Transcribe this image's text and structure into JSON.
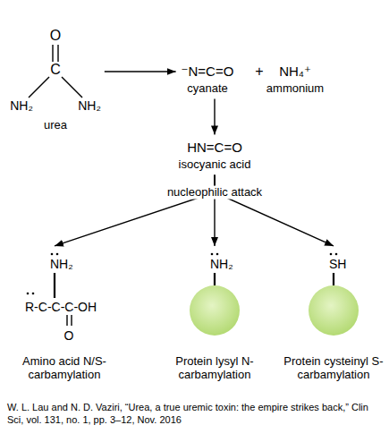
{
  "diagram": {
    "caption": "W. L. Lau and N. D. Vaziri, “Urea, a true uremic toxin: the empire strikes back,” Clin Sci, vol. 131, no. 1, pp. 3–12, Nov. 2016",
    "nodes": [
      {
        "text": [
          "O",
          "C",
          "NH₂",
          "NH₂",
          "urea"
        ]
      },
      {
        "text": [
          "⁻N=C=O",
          "cyanate"
        ]
      },
      {
        "text": [
          "NH₄⁺",
          "ammonium"
        ]
      },
      {
        "text": [
          "HN=C=O",
          "isocyanic acid"
        ]
      },
      {
        "text": [
          "NH₂",
          "R-C-C-C-OH",
          "O",
          "Amino acid N/S-carbamylation"
        ]
      },
      {
        "text": [
          "NH₂",
          "Protein lysyl N-carbamylation"
        ]
      },
      {
        "text": [
          "SH",
          "Protein cysteinyl S-carbamylation"
        ]
      }
    ],
    "edges": [
      {
        "from": 0,
        "to": 1,
        "arrow": "to"
      },
      {
        "from": 1,
        "to": 3,
        "arrow": "to"
      },
      {
        "from": 3,
        "to": 4,
        "arrow": "to"
      },
      {
        "from": 3,
        "to": 5,
        "arrow": "to",
        "label": "nucleophilic attack"
      },
      {
        "from": 3,
        "to": 6,
        "arrow": "to"
      }
    ],
    "labels": [
      "+"
    ]
  }
}
